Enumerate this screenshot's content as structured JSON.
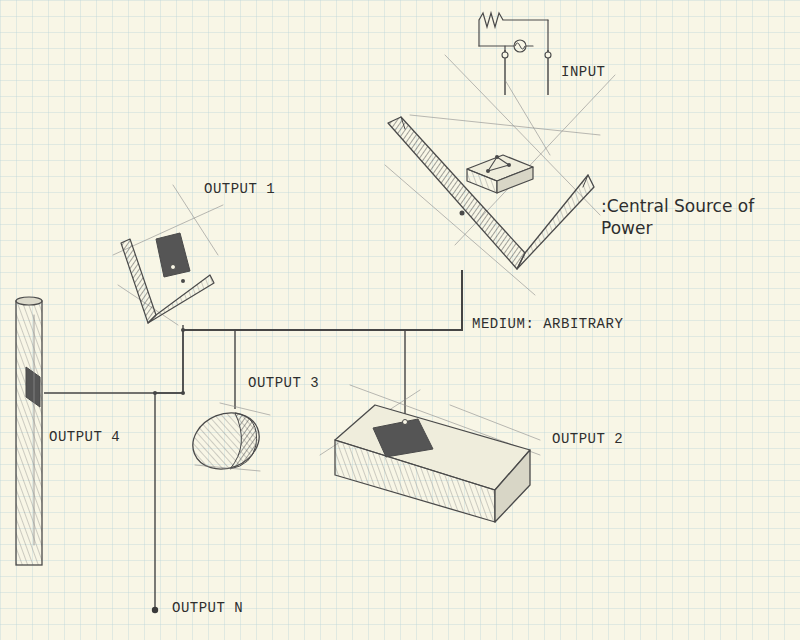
{
  "diagram": {
    "nodes": [
      {
        "text": [
          "INPUT"
        ]
      },
      {
        "text": [
          ":Central Source of Power"
        ]
      },
      {
        "text": [
          "OUTPUT 1"
        ]
      },
      {
        "text": [
          "OUTPUT 3"
        ]
      },
      {
        "text": [
          "OUTPUT 4"
        ]
      },
      {
        "text": [
          "OUTPUT 2"
        ]
      },
      {
        "text": [
          "OUTPUT N"
        ]
      }
    ],
    "edges": [
      {
        "from": 0,
        "to": 1,
        "arrow": "none"
      },
      {
        "from": 1,
        "to": 2,
        "arrow": "none"
      },
      {
        "from": 1,
        "to": 3,
        "arrow": "none"
      },
      {
        "from": 1,
        "to": 4,
        "arrow": "none"
      },
      {
        "from": 1,
        "to": 5,
        "arrow": "none"
      },
      {
        "from": 1,
        "to": 6,
        "arrow": "none"
      }
    ],
    "labels": [
      "MEDIUM: ARBITRARY"
    ]
  }
}
